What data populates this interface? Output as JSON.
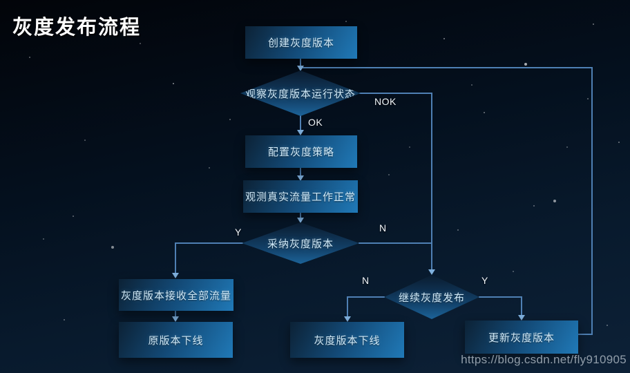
{
  "title": "灰度发布流程",
  "watermark": "https://blog.csdn.net/fly910905",
  "nodes": {
    "create": "创建灰度版本",
    "observe_status": "观察灰度版本运行状态",
    "configure": "配置灰度策略",
    "observe_traffic": "观测真实流量工作正常",
    "adopt": "采纳灰度版本",
    "receive_all_traffic": "灰度版本接收全部流量",
    "old_version_offline": "原版本下线",
    "gray_version_offline": "灰度版本下线",
    "continue_release": "继续灰度发布",
    "update_gray_version": "更新灰度版本"
  },
  "edge_labels": {
    "status_nok": "NOK",
    "status_ok": "OK",
    "adopt_yes": "Y",
    "adopt_no": "N",
    "continue_no": "N",
    "continue_yes": "Y"
  },
  "colors": {
    "node_gradient_dark": "#0c2236",
    "node_gradient_light": "#2079b7",
    "connector": "#4f80b4",
    "arrowhead": "#7fb0dd",
    "node_text": "#cfe9f8",
    "background_top": "#020409",
    "background_bottom": "#0d2137"
  }
}
